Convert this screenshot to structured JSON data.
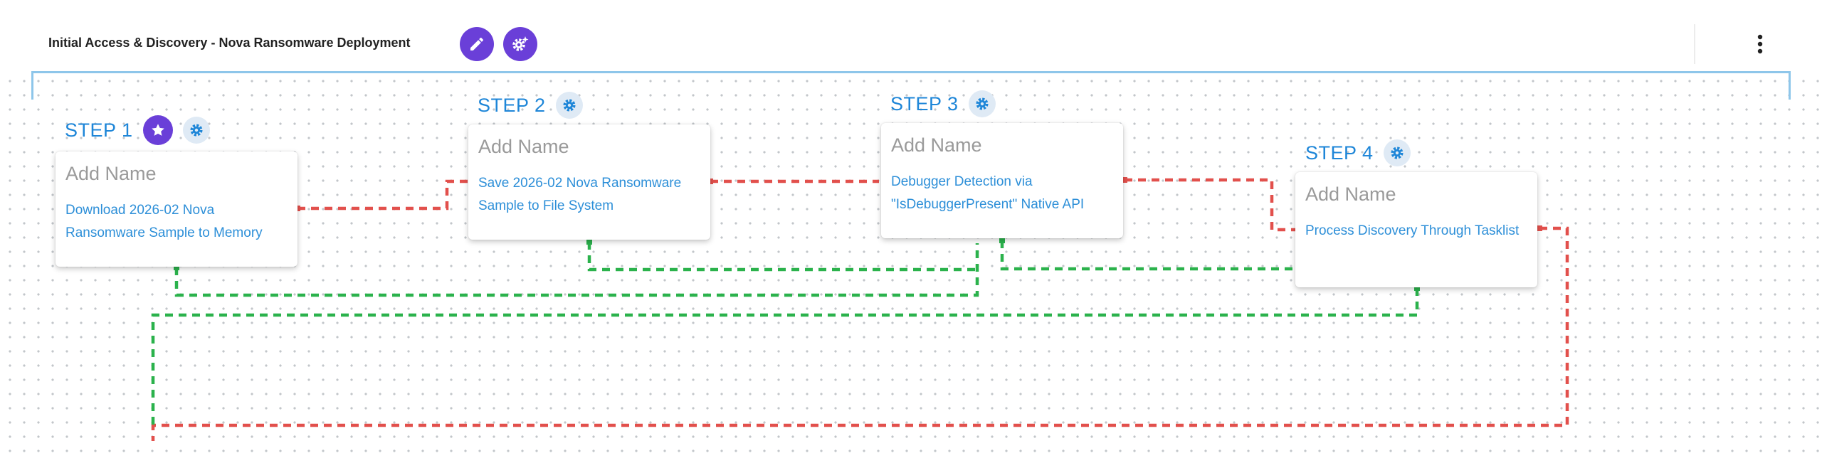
{
  "workflow": {
    "title": "Initial Access & Discovery - Nova Ransomware Deployment",
    "icons": {
      "edit": "pencil-icon",
      "settings": "gear-sparkle-icon",
      "more": "vertical-ellipsis-icon"
    },
    "colors": {
      "accent_purple": "#6a3fd8",
      "step_blue": "#1e86d8",
      "phase_border": "#8ec6ea",
      "success_line": "#2bb24c",
      "failure_line": "#e2504c"
    }
  },
  "steps": [
    {
      "label": "STEP 1",
      "starred": true,
      "name_placeholder": "Add Name",
      "description": "Download 2026-02 Nova Ransomware Sample to Memory"
    },
    {
      "label": "STEP 2",
      "starred": false,
      "name_placeholder": "Add Name",
      "description": "Save 2026-02 Nova Ransomware Sample to File System"
    },
    {
      "label": "STEP 3",
      "starred": false,
      "name_placeholder": "Add Name",
      "description": "Debugger Detection via \"IsDebuggerPresent\" Native API"
    },
    {
      "label": "STEP 4",
      "starred": false,
      "name_placeholder": "Add Name",
      "description": "Process Discovery Through Tasklist"
    }
  ]
}
